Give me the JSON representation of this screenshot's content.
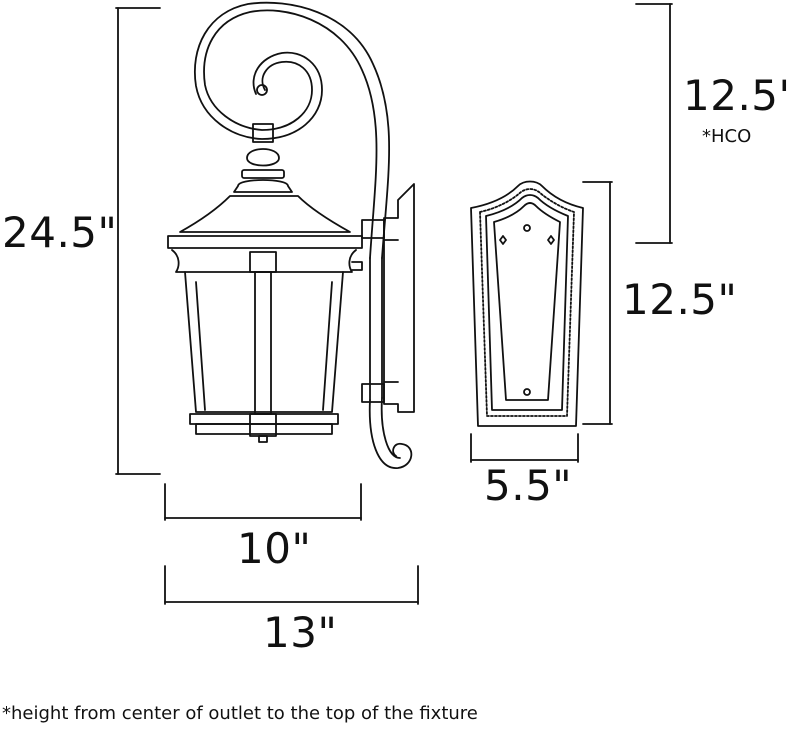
{
  "dimensions": {
    "overall_height": "24.5\"",
    "hco_height": "12.5\"",
    "hco_mark": "*HCO",
    "backplate_height": "12.5\"",
    "backplate_width": "5.5\"",
    "lantern_width": "10\"",
    "overall_depth": "13\""
  },
  "footnote": "*height from center of outlet to the top of the fixture"
}
